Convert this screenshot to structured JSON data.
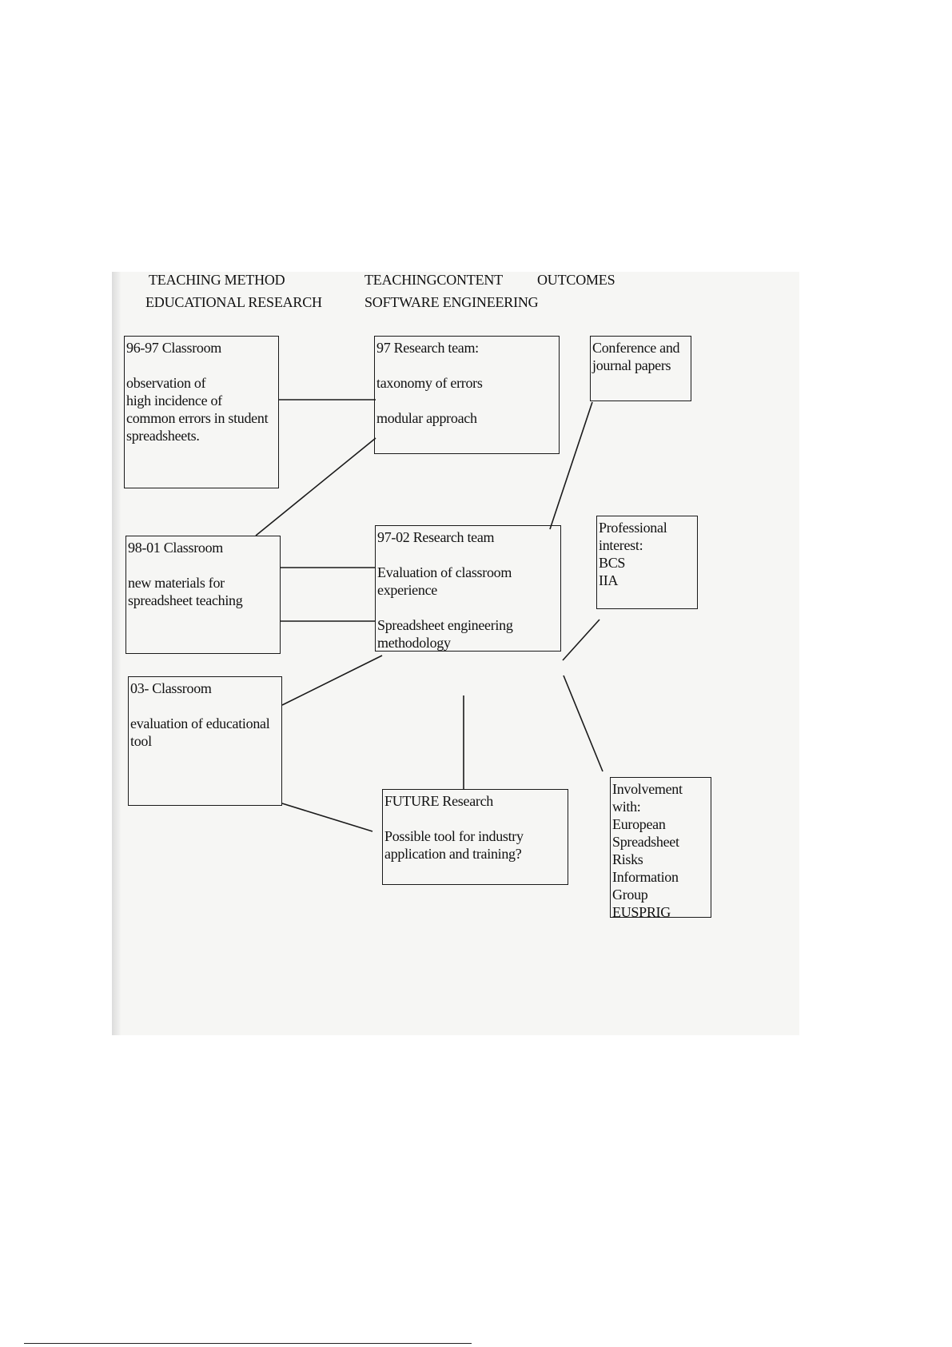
{
  "headers": {
    "teaching_method": "TEACHING METHOD",
    "teaching_content": "TEACHINGCONTENT",
    "outcomes": "OUTCOMES",
    "educational_research": "EDUCATIONAL RESEARCH",
    "software_engineering": "SOFTWARE ENGINEERING"
  },
  "boxes": {
    "classroom_96_97": {
      "title": "96-97 Classroom",
      "lines": [
        "observation of",
        "high incidence of",
        "common errors in student",
        "spreadsheets."
      ]
    },
    "research_97": {
      "title": "97 Research team:",
      "lines": [
        "taxonomy of errors",
        "",
        "modular approach"
      ]
    },
    "conference": {
      "lines": [
        "Conference and",
        "journal papers"
      ]
    },
    "classroom_98_01": {
      "title": "98-01 Classroom",
      "lines": [
        "new materials for",
        "spreadsheet teaching"
      ]
    },
    "research_97_02": {
      "title": "97-02 Research team",
      "lines": [
        "Evaluation of classroom",
        "experience",
        "",
        "Spreadsheet engineering",
        "methodology"
      ]
    },
    "professional": {
      "lines": [
        "Professional",
        "interest:",
        "BCS",
        "IIA"
      ]
    },
    "classroom_03": {
      "title": "03- Classroom",
      "lines": [
        "evaluation of educational",
        "tool"
      ]
    },
    "future": {
      "title": "FUTURE Research",
      "lines": [
        "Possible tool for industry",
        "application and training?"
      ]
    },
    "involvement": {
      "lines": [
        "Involvement",
        "with:",
        "European",
        "Spreadsheet",
        "Risks",
        "Information",
        "Group",
        "EUSPRIG"
      ]
    }
  }
}
